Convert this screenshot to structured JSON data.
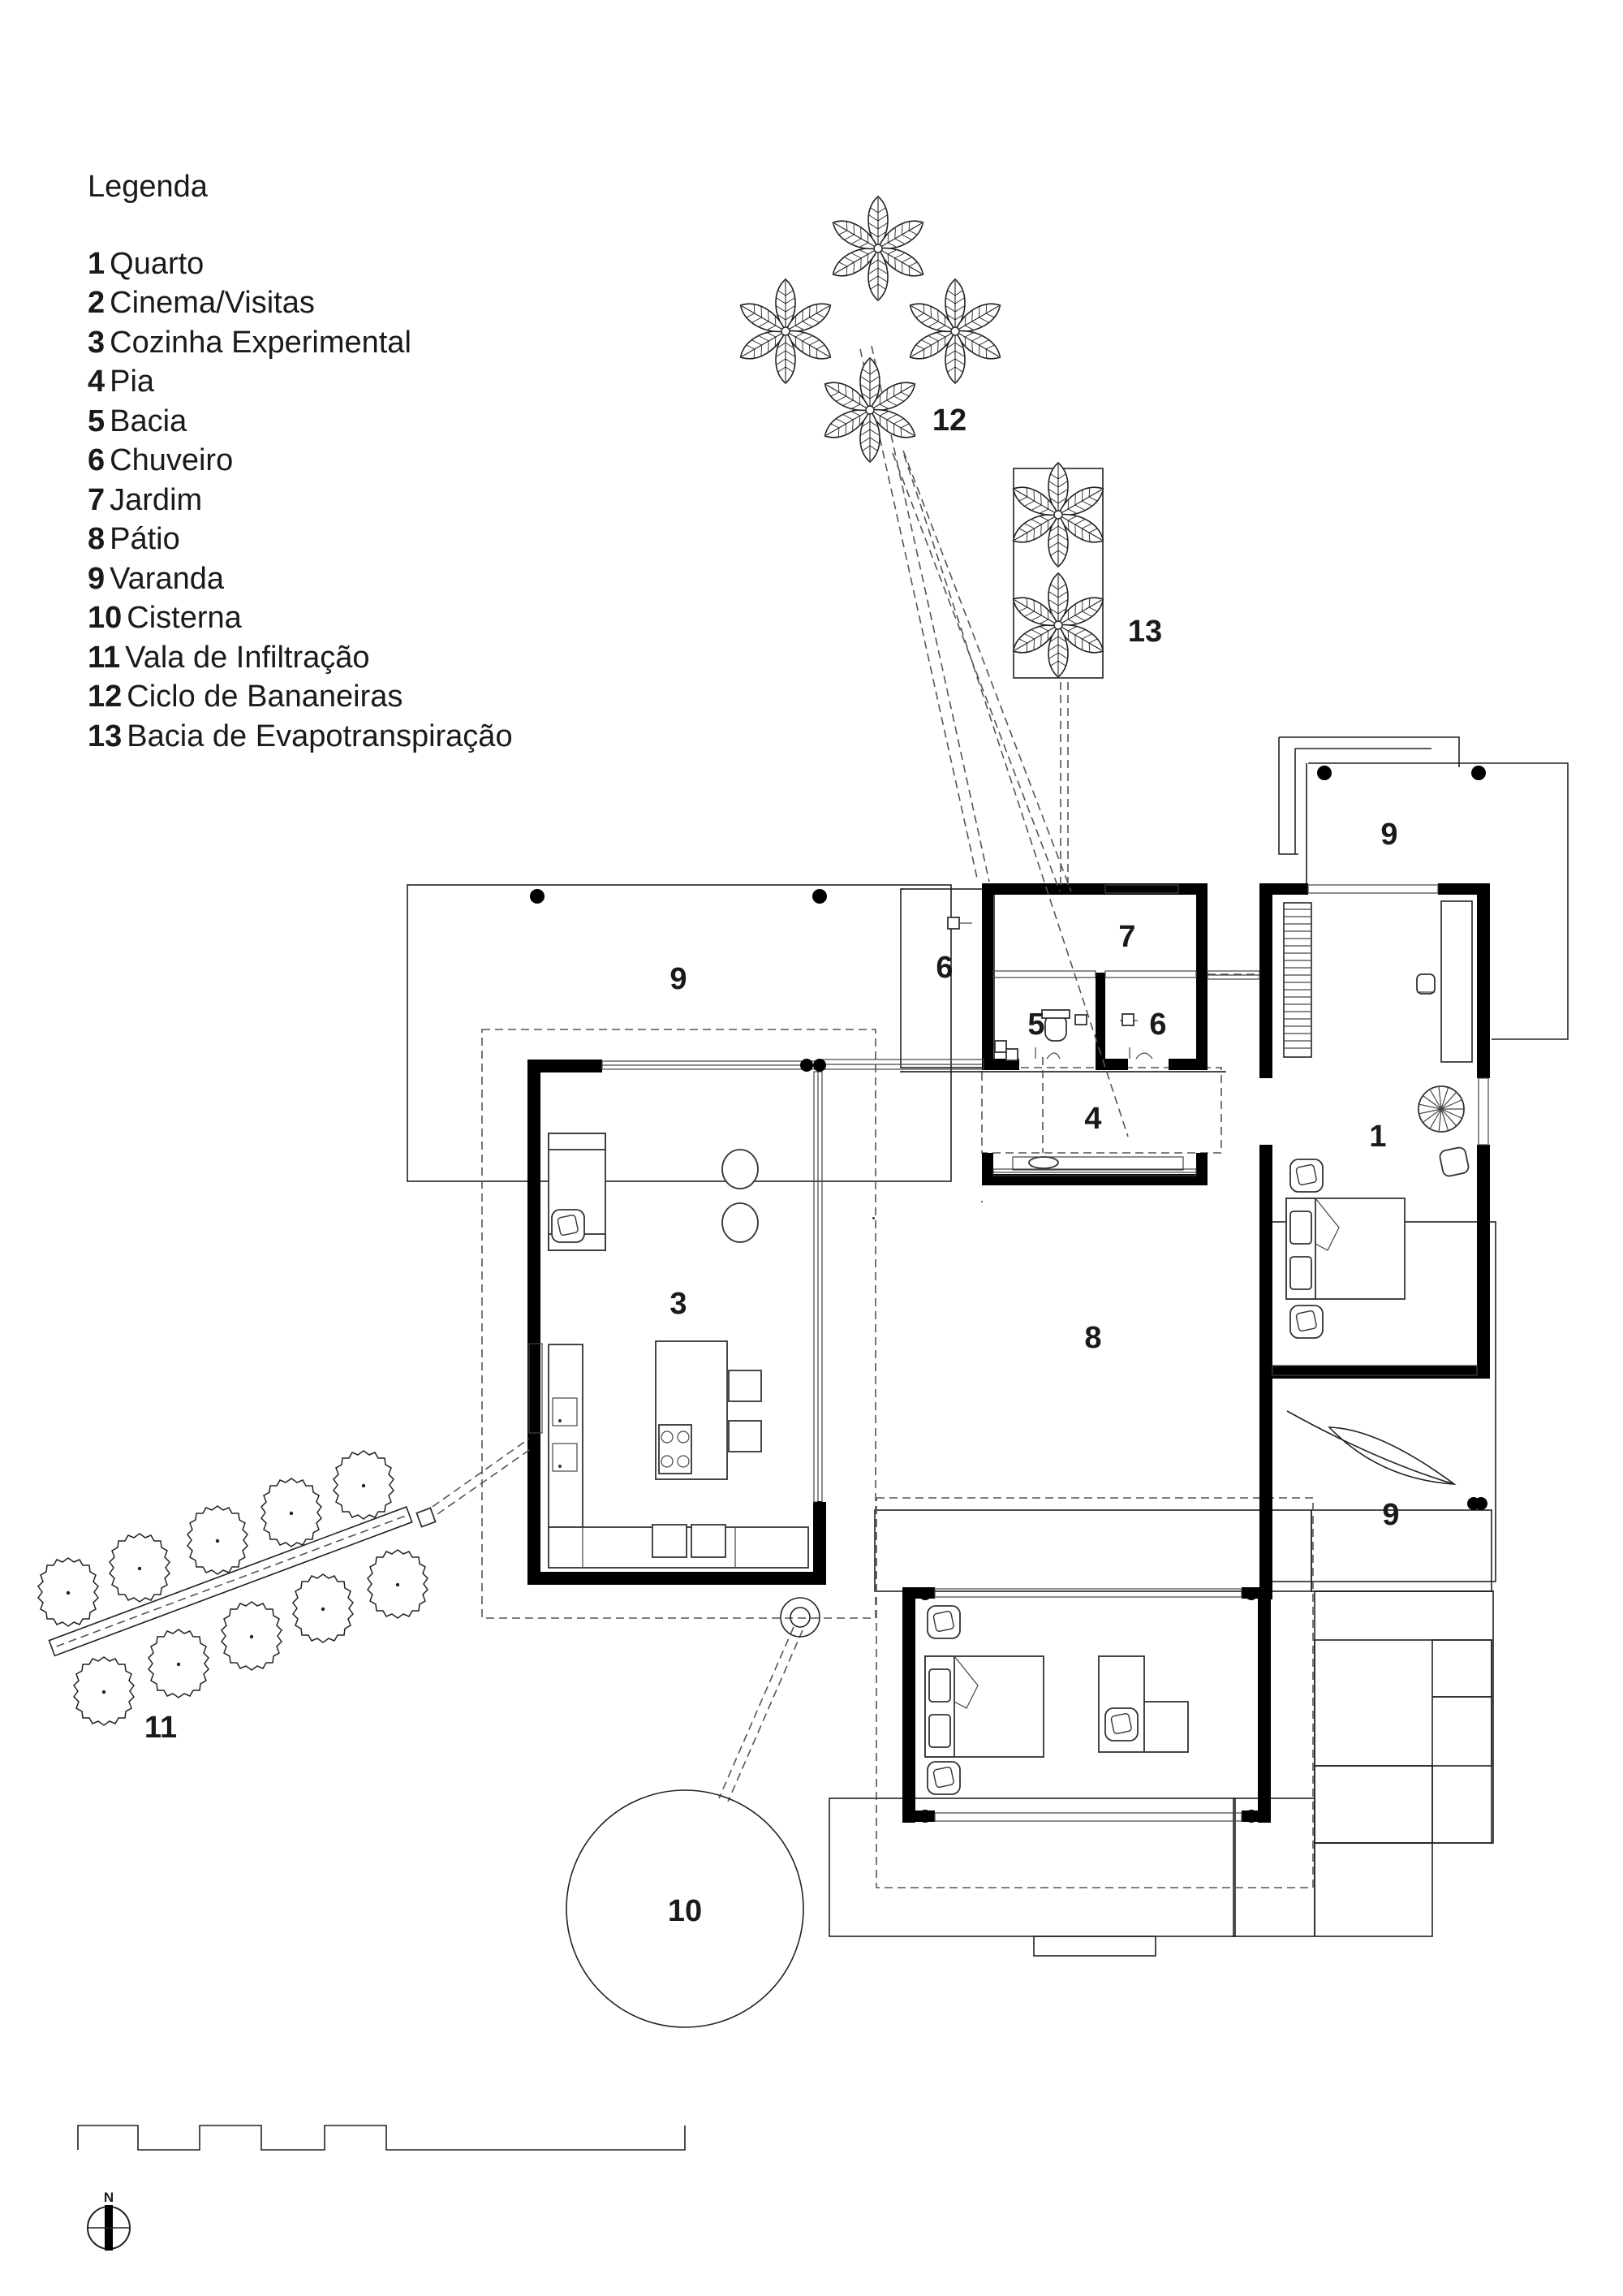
{
  "legend": {
    "title": "Legenda",
    "items": [
      {
        "num": "1",
        "label": "Quarto"
      },
      {
        "num": "2",
        "label": "Cinema/Visitas"
      },
      {
        "num": "3",
        "label": "Cozinha Experimental"
      },
      {
        "num": "4",
        "label": "Pia"
      },
      {
        "num": "5",
        "label": "Bacia"
      },
      {
        "num": "6",
        "label": "Chuveiro"
      },
      {
        "num": "7",
        "label": "Jardim"
      },
      {
        "num": "8",
        "label": "Pátio"
      },
      {
        "num": "9",
        "label": "Varanda"
      },
      {
        "num": "10",
        "label": "Cisterna"
      },
      {
        "num": "11",
        "label": "Vala de Infiltração"
      },
      {
        "num": "12",
        "label": "Ciclo de Bananeiras"
      },
      {
        "num": "13",
        "label": "Bacia de Evapotranspiração"
      }
    ]
  },
  "plan_labels": {
    "quarto": "1",
    "cozinha": "3",
    "pia": "4",
    "bacia": "5",
    "chuveiro_interno": "6",
    "chuveiro_externo": "6",
    "jardim": "7",
    "patio": "8",
    "varanda_oeste": "9",
    "varanda_norte": "9",
    "varanda_leste": "9",
    "cisterna": "10",
    "vala": "11",
    "bananeiras": "12",
    "evapotranspiracao": "13"
  },
  "north_label": "N"
}
